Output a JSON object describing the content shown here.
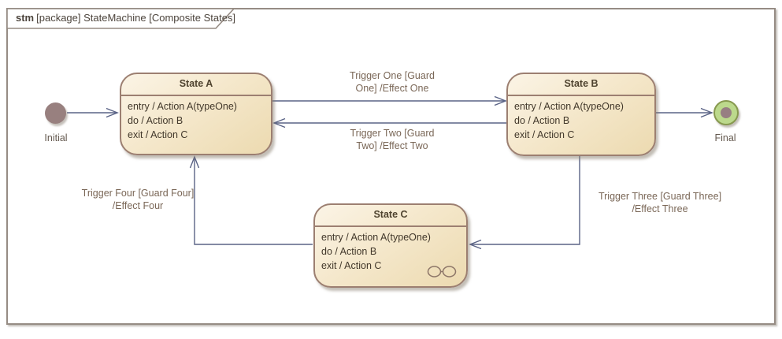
{
  "frame": {
    "keyword": "stm",
    "title": "[package] StateMachine [Composite States]"
  },
  "nodes": {
    "initial": {
      "label": "Initial"
    },
    "final": {
      "label": "Final"
    }
  },
  "states": [
    {
      "title": "State A",
      "lines": [
        "entry / Action A(typeOne)",
        "do / Action B",
        "exit / Action C"
      ],
      "composite": false
    },
    {
      "title": "State B",
      "lines": [
        "entry / Action A(typeOne)",
        "do / Action B",
        "exit / Action C"
      ],
      "composite": false
    },
    {
      "title": "State C",
      "lines": [
        "entry / Action A(typeOne)",
        "do / Action B",
        "exit / Action C"
      ],
      "composite": true
    }
  ],
  "transitions": [
    {
      "name": "state-a-to-state-b",
      "line1": "Trigger One [Guard",
      "line2": "One] /Effect One"
    },
    {
      "name": "state-b-to-state-a",
      "line1": "Trigger Two [Guard",
      "line2": "Two] /Effect Two"
    },
    {
      "name": "state-b-to-state-c",
      "line1": "Trigger Three [Guard Three]",
      "line2": "/Effect Three"
    },
    {
      "name": "state-c-to-state-a",
      "line1": "Trigger Four [Guard Four]",
      "line2": "/Effect Four"
    },
    {
      "name": "initial-to-state-a",
      "line1": "",
      "line2": ""
    },
    {
      "name": "state-b-to-final",
      "line1": "",
      "line2": ""
    }
  ],
  "colors": {
    "state_fill_top": "#fbf4e6",
    "state_fill_bottom": "#ecdab0",
    "state_border": "#9c7f71",
    "state_text": "#42382b",
    "transition_line": "#5a6386",
    "transition_label_text": "#7a6757",
    "initial_fill": "#98807f",
    "final_fill": "#bcd98c",
    "final_border": "#87994f",
    "final_inner_dot": "#977f82",
    "frame_border": "#968c84",
    "frame_text": "#4c443c"
  }
}
